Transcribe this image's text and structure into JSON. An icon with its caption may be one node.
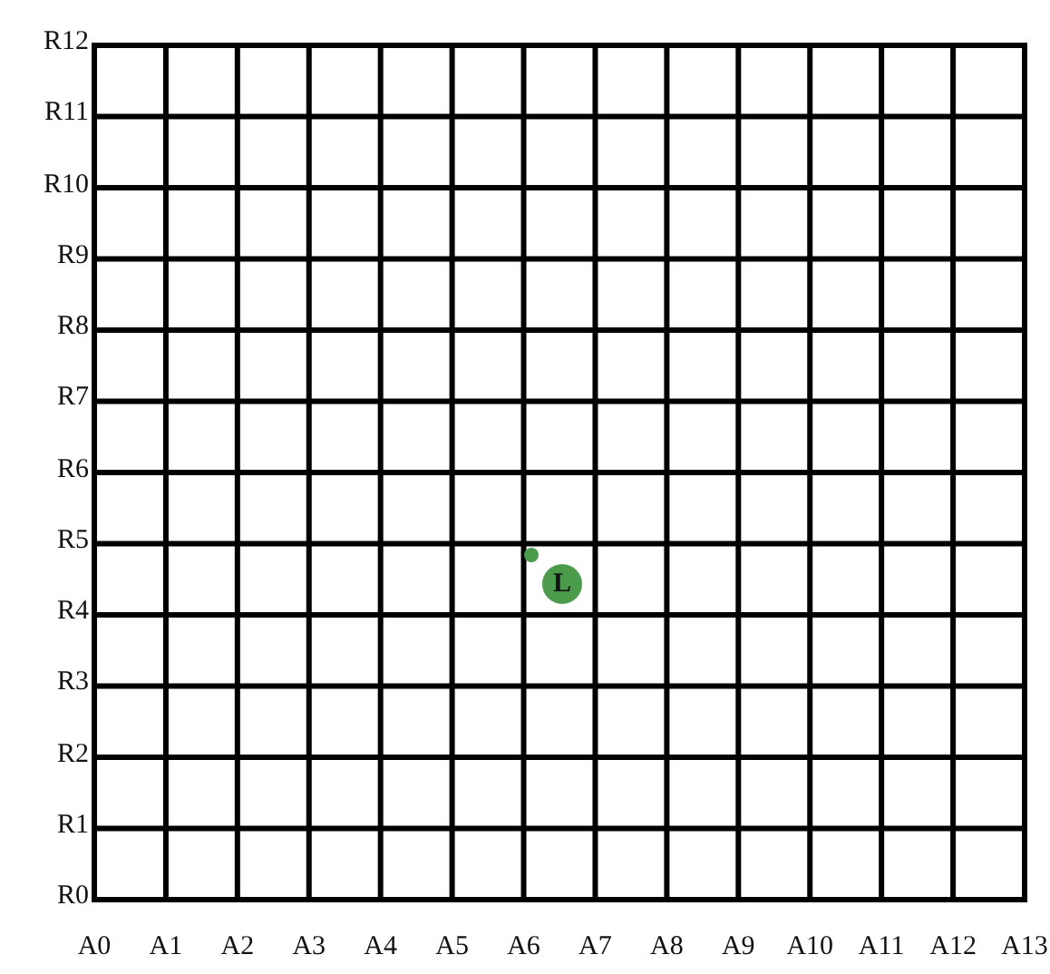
{
  "diagram": {
    "nodes": [
      {
        "text": [
          "L"
        ]
      }
    ],
    "labels": [
      "R12",
      "R11",
      "R10",
      "R9",
      "R8",
      "R7",
      "R6",
      "R5",
      "R4",
      "R3",
      "R2",
      "R1",
      "R0",
      "A0",
      "A1",
      "A2",
      "A3",
      "A4",
      "A5",
      "A6",
      "A7",
      "A8",
      "A9",
      "A10",
      "A11",
      "A12",
      "A13"
    ]
  }
}
